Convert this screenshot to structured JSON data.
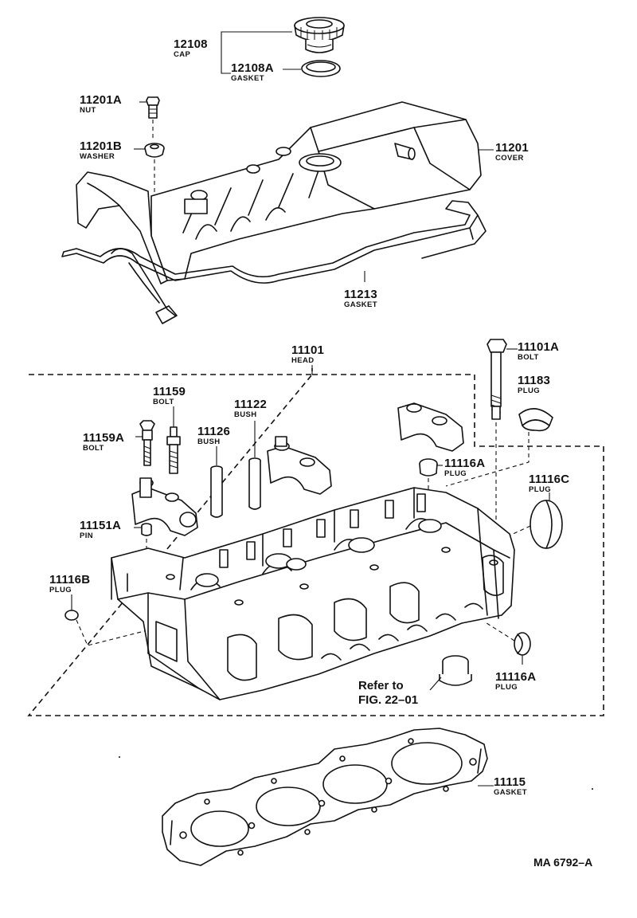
{
  "parts": [
    {
      "id": "cap",
      "number": "12108",
      "name": "CAP"
    },
    {
      "id": "cap-gasket",
      "number": "12108A",
      "name": "GASKET"
    },
    {
      "id": "nut",
      "number": "11201A",
      "name": "NUT"
    },
    {
      "id": "washer",
      "number": "11201B",
      "name": "WASHER"
    },
    {
      "id": "cover",
      "number": "11201",
      "name": "COVER"
    },
    {
      "id": "cover-gasket",
      "number": "11213",
      "name": "GASKET"
    },
    {
      "id": "head",
      "number": "11101",
      "name": "HEAD"
    },
    {
      "id": "head-bolt",
      "number": "11101A",
      "name": "BOLT"
    },
    {
      "id": "plug-11183",
      "number": "11183",
      "name": "PLUG"
    },
    {
      "id": "bolt-11159",
      "number": "11159",
      "name": "BOLT"
    },
    {
      "id": "bush-11122",
      "number": "11122",
      "name": "BUSH"
    },
    {
      "id": "bush-11126",
      "number": "11126",
      "name": "BUSH"
    },
    {
      "id": "bolt-11159a",
      "number": "11159A",
      "name": "BOLT"
    },
    {
      "id": "plug-11116a-top",
      "number": "11116A",
      "name": "PLUG"
    },
    {
      "id": "plug-11116c",
      "number": "11116C",
      "name": "PLUG"
    },
    {
      "id": "pin",
      "number": "11151A",
      "name": "PIN"
    },
    {
      "id": "plug-11116b",
      "number": "11116B",
      "name": "PLUG"
    },
    {
      "id": "plug-11116a-bottom",
      "number": "11116A",
      "name": "PLUG"
    },
    {
      "id": "head-gasket",
      "number": "11115",
      "name": "GASKET"
    }
  ],
  "reference": {
    "line1": "Refer to",
    "line2": "FIG. 22–01"
  },
  "figure_id": "MA 6792–A"
}
